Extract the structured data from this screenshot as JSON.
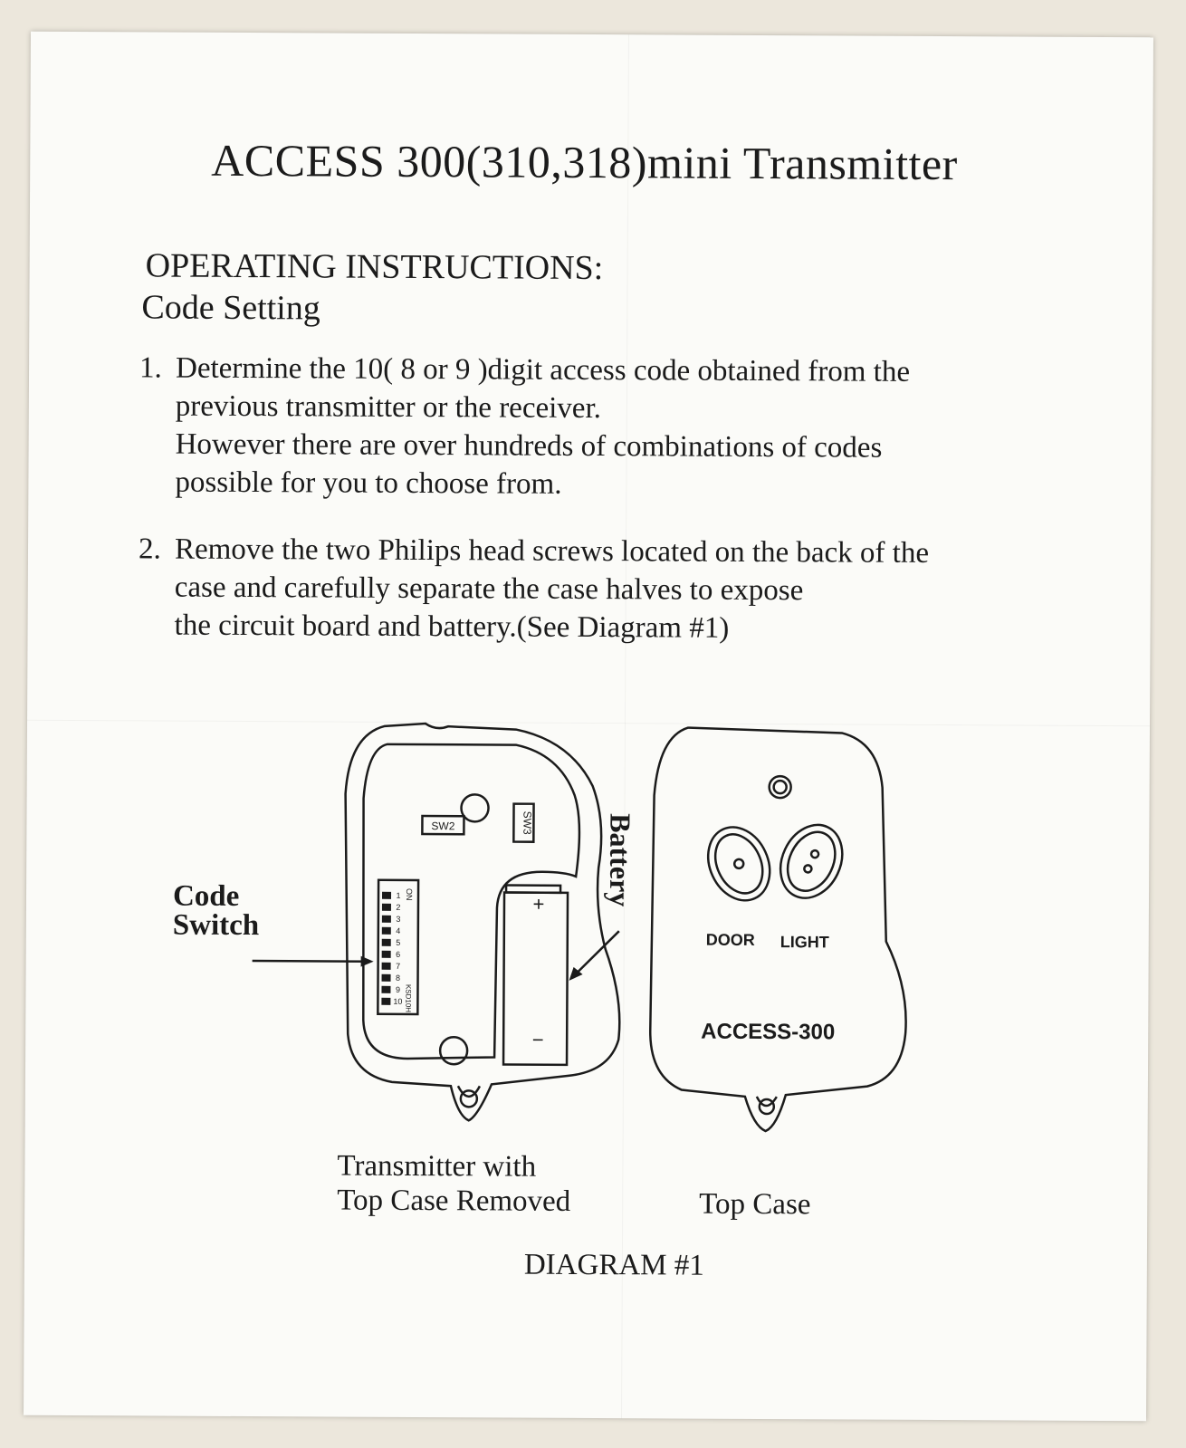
{
  "title": "ACCESS 300(310,318)mini Transmitter",
  "heading": "OPERATING INSTRUCTIONS:",
  "subheading": "Code Setting",
  "steps": [
    {
      "number": "1.",
      "lines": [
        "Determine the 10( 8 or 9 )digit access code obtained from the",
        "previous transmitter or the receiver.",
        "However there are over hundreds of combinations of codes",
        "possible for you to choose from."
      ]
    },
    {
      "number": "2.",
      "lines": [
        "Remove the two Philips head screws located on the back of the",
        "case and carefully separate the case halves to expose",
        "the circuit board and battery.(See Diagram #1)"
      ]
    }
  ],
  "diagram": {
    "code_switch_label": [
      "Code",
      "Switch"
    ],
    "battery_label": "Battery",
    "board": {
      "sw2": "SW2",
      "sw3": "SW3",
      "dip_on": "ON",
      "dip_brand": "KSD10H",
      "dip_numbers": [
        "1",
        "2",
        "3",
        "4",
        "5",
        "6",
        "7",
        "8",
        "9",
        "10"
      ],
      "battery_plus": "+",
      "battery_minus": "−"
    },
    "remote": {
      "door": "DOOR",
      "light": "LIGHT",
      "model": "ACCESS-300"
    },
    "caption_left": [
      "Transmitter with",
      "Top Case Removed"
    ],
    "caption_right": "Top Case",
    "caption_bottom": "DIAGRAM #1"
  }
}
